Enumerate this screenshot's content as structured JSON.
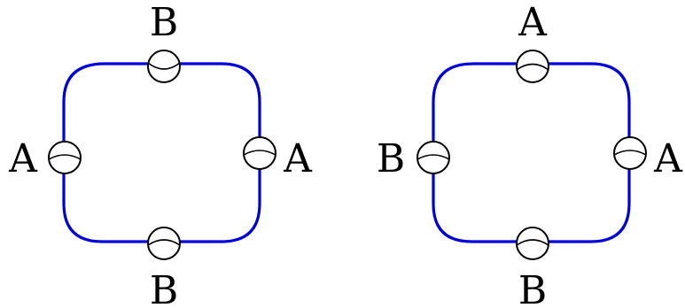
{
  "colors": {
    "loop": "#0000dd",
    "ball_stroke": "#000000",
    "ball_fill": "#ffffff"
  },
  "diagrams": [
    {
      "labels": {
        "top": "B",
        "left": "A",
        "right": "A",
        "bottom": "B"
      }
    },
    {
      "labels": {
        "top": "A",
        "left": "B",
        "right": "A",
        "bottom": "B"
      }
    }
  ]
}
